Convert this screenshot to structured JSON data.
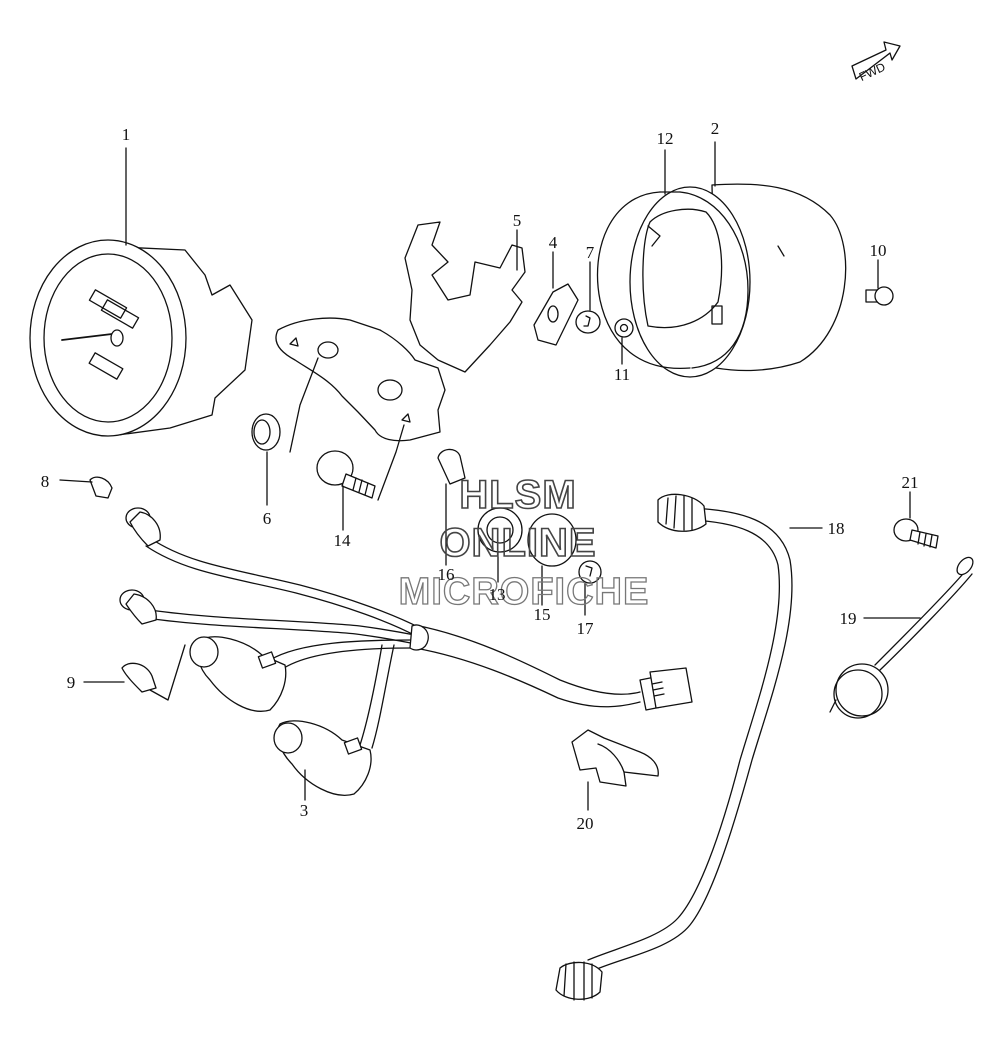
{
  "fwd_label": "FWD",
  "watermark": {
    "line1": "HLSM",
    "line2": "ONLINE",
    "line3": "MICROFICHE"
  },
  "labels": [
    {
      "id": "1",
      "text": "1"
    },
    {
      "id": "2",
      "text": "2"
    },
    {
      "id": "3",
      "text": "3"
    },
    {
      "id": "4",
      "text": "4"
    },
    {
      "id": "5",
      "text": "5"
    },
    {
      "id": "6",
      "text": "6"
    },
    {
      "id": "7",
      "text": "7"
    },
    {
      "id": "8",
      "text": "8"
    },
    {
      "id": "9",
      "text": "9"
    },
    {
      "id": "10",
      "text": "10"
    },
    {
      "id": "11",
      "text": "11"
    },
    {
      "id": "12",
      "text": "12"
    },
    {
      "id": "13",
      "text": "13"
    },
    {
      "id": "14",
      "text": "14"
    },
    {
      "id": "15",
      "text": "15"
    },
    {
      "id": "16",
      "text": "16"
    },
    {
      "id": "17",
      "text": "17"
    },
    {
      "id": "18",
      "text": "18"
    },
    {
      "id": "19",
      "text": "19"
    },
    {
      "id": "20",
      "text": "20"
    },
    {
      "id": "21",
      "text": "21"
    }
  ]
}
